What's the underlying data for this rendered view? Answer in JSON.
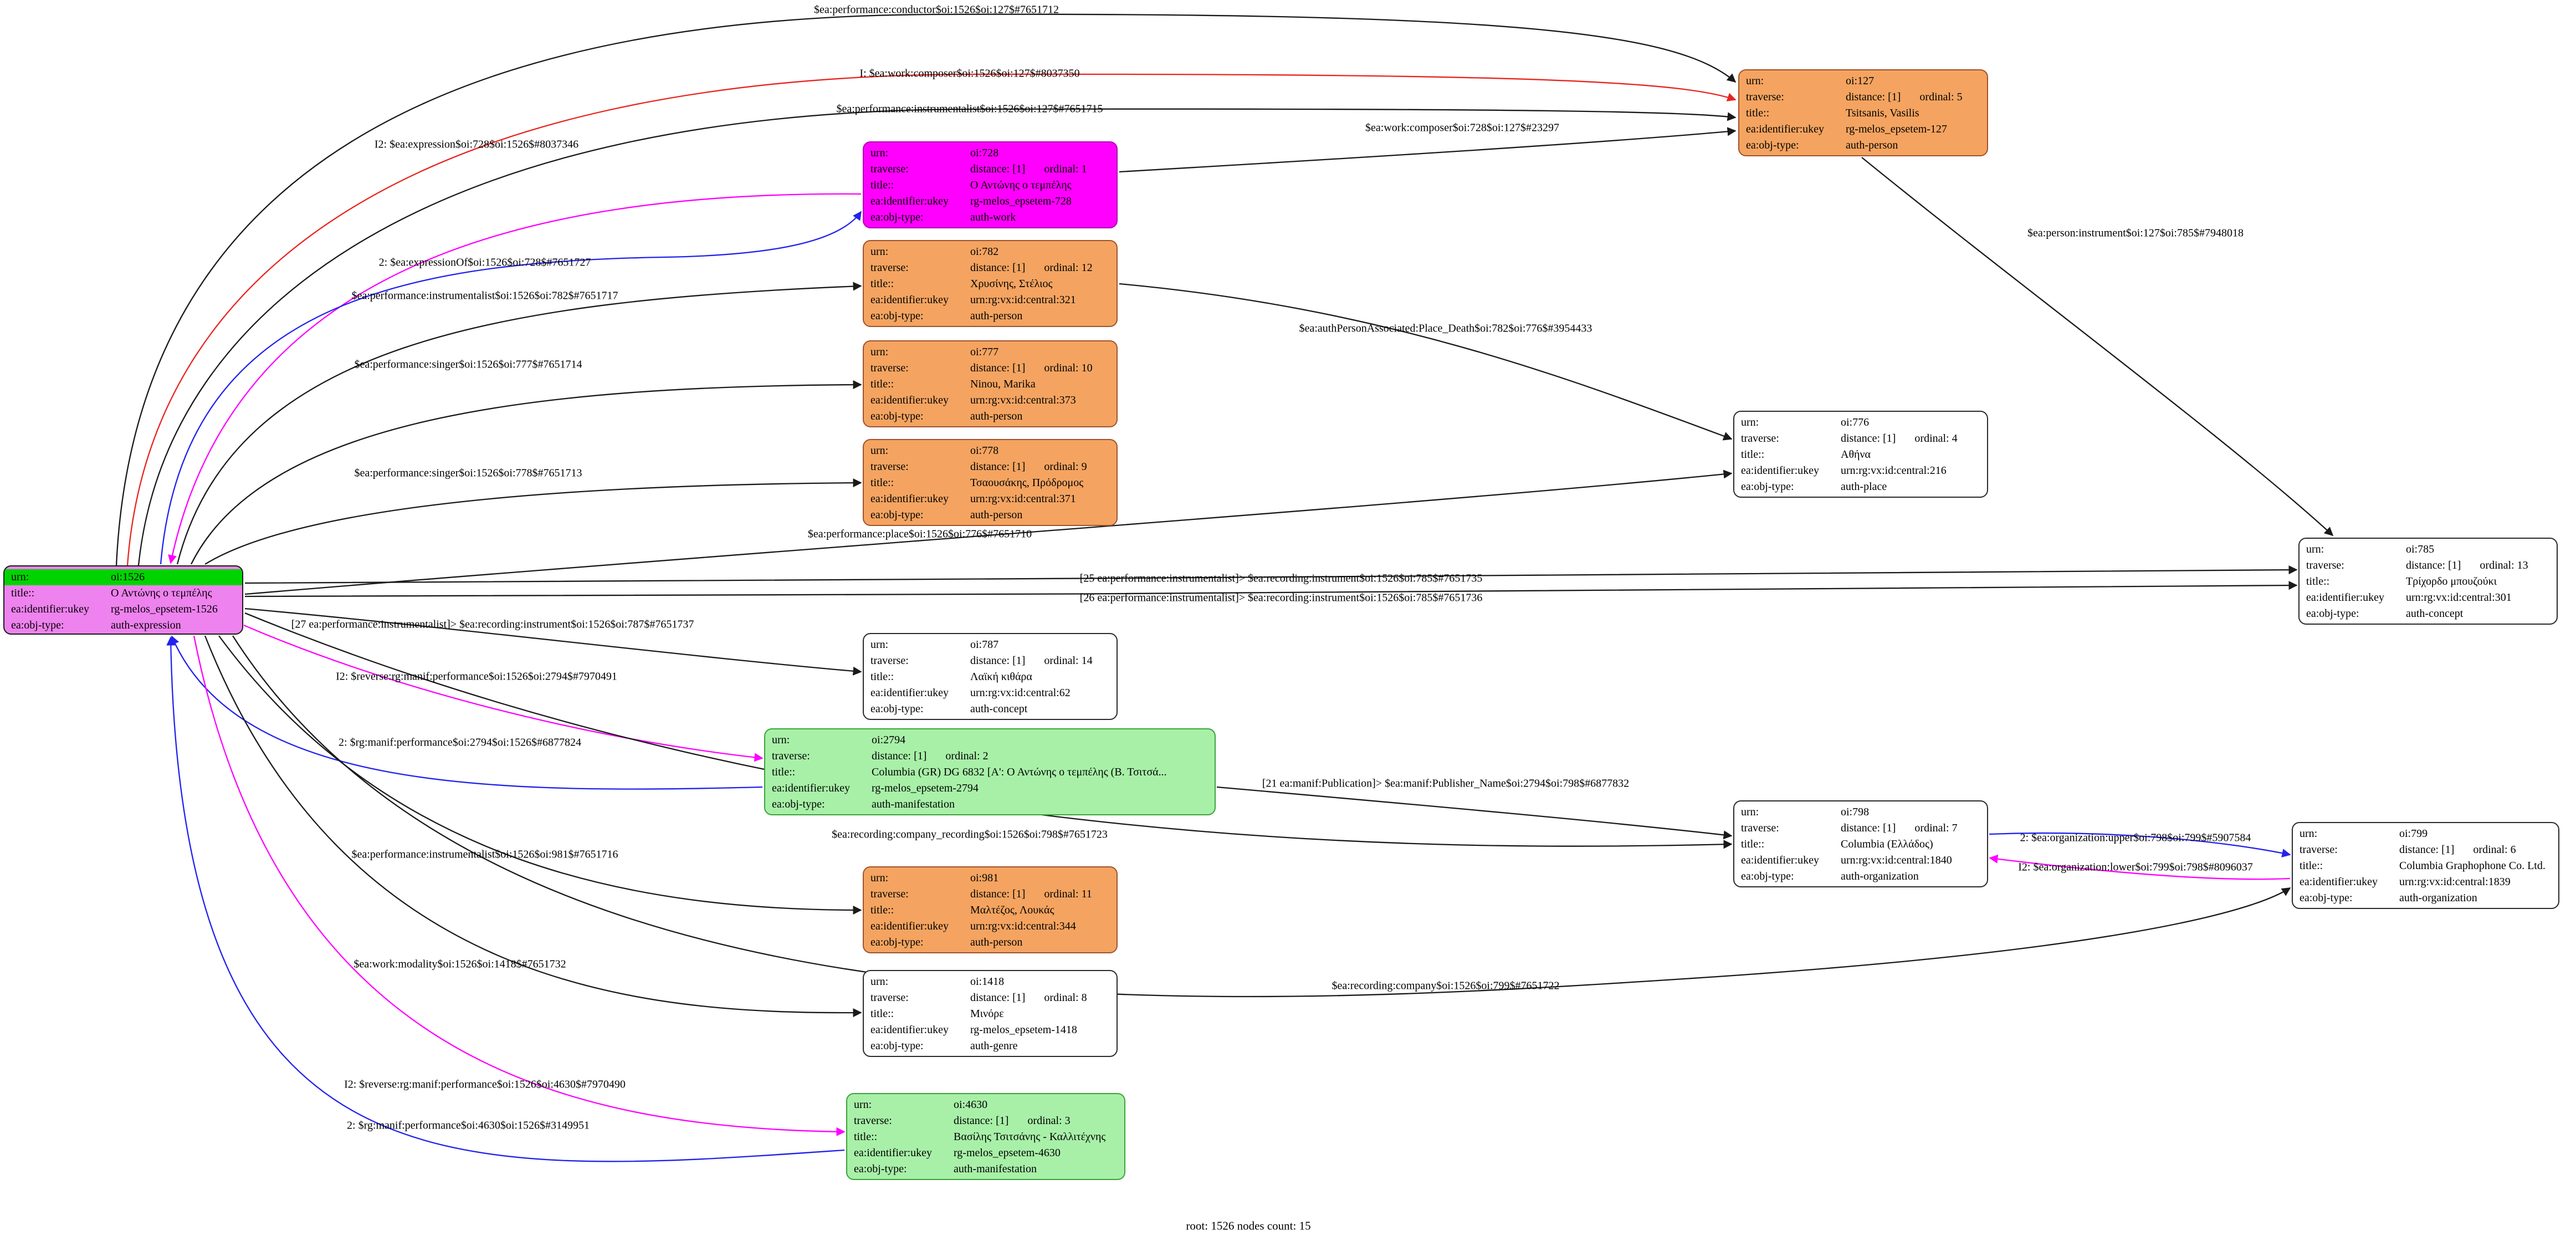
{
  "footer": "root: 1526 nodes count: 15",
  "labels": {
    "urn": "urn:",
    "traverse": "traverse:",
    "title": "title::",
    "ukey": "ea:identifier:ukey",
    "objtype": "ea:obj-type:"
  },
  "colors": {
    "root_urn_fill": "#00d400",
    "node": {
      "expression": {
        "fill": "#ee82ee",
        "border": "#1a1a1a"
      },
      "person": {
        "fill": "#f4a460",
        "border": "#a0522d"
      },
      "work": {
        "fill": "#ff00ff",
        "border": "#b000b0"
      },
      "manifestation": {
        "fill": "#a8f0a8",
        "border": "#3aa33a"
      },
      "place": {
        "fill": "#ffffff",
        "border": "#2a2a2a"
      },
      "concept": {
        "fill": "#ffffff",
        "border": "#2a2a2a"
      },
      "organization": {
        "fill": "#ffffff",
        "border": "#2a2a2a"
      },
      "genre": {
        "fill": "#ffffff",
        "border": "#2a2a2a"
      }
    },
    "edge": {
      "black": "#1a1a1a",
      "red": "#e8251f",
      "magenta": "#ff00ff",
      "blue": "#2222ee"
    }
  },
  "graph": {
    "nodes": [
      {
        "id": "1526",
        "root": true,
        "kind": "expression",
        "urn": "oi:1526",
        "title": "Ο Αντώνης ο τεμπέλης",
        "ukey": "rg-melos_epsetem-1526",
        "objtype": "auth-expression"
      },
      {
        "id": "127",
        "kind": "person",
        "urn": "oi:127",
        "distance": "distance: [1]",
        "ordinal": "ordinal: 5",
        "title": "Tsitsanis, Vasilis",
        "ukey": "rg-melos_epsetem-127",
        "objtype": "auth-person"
      },
      {
        "id": "728",
        "kind": "work",
        "urn": "oi:728",
        "distance": "distance: [1]",
        "ordinal": "ordinal: 1",
        "title": "Ο Αντώνης ο τεμπέλης",
        "ukey": "rg-melos_epsetem-728",
        "objtype": "auth-work"
      },
      {
        "id": "782",
        "kind": "person",
        "urn": "oi:782",
        "distance": "distance: [1]",
        "ordinal": "ordinal: 12",
        "title": "Χρυσίνης, Στέλιος",
        "ukey": "urn:rg:vx:id:central:321",
        "objtype": "auth-person"
      },
      {
        "id": "777",
        "kind": "person",
        "urn": "oi:777",
        "distance": "distance: [1]",
        "ordinal": "ordinal: 10",
        "title": "Ninou, Marika",
        "ukey": "urn:rg:vx:id:central:373",
        "objtype": "auth-person"
      },
      {
        "id": "778",
        "kind": "person",
        "urn": "oi:778",
        "distance": "distance: [1]",
        "ordinal": "ordinal: 9",
        "title": "Τσαουσάκης, Πρόδρομος",
        "ukey": "urn:rg:vx:id:central:371",
        "objtype": "auth-person"
      },
      {
        "id": "776",
        "kind": "place",
        "urn": "oi:776",
        "distance": "distance: [1]",
        "ordinal": "ordinal: 4",
        "title": "Αθήνα",
        "ukey": "urn:rg:vx:id:central:216",
        "objtype": "auth-place"
      },
      {
        "id": "785",
        "kind": "concept",
        "urn": "oi:785",
        "distance": "distance: [1]",
        "ordinal": "ordinal: 13",
        "title": "Τρίχορδο μπουζούκι",
        "ukey": "urn:rg:vx:id:central:301",
        "objtype": "auth-concept"
      },
      {
        "id": "787",
        "kind": "concept",
        "urn": "oi:787",
        "distance": "distance: [1]",
        "ordinal": "ordinal: 14",
        "title": "Λαϊκή κιθάρα",
        "ukey": "urn:rg:vx:id:central:62",
        "objtype": "auth-concept"
      },
      {
        "id": "2794",
        "kind": "manifestation",
        "urn": "oi:2794",
        "distance": "distance: [1]",
        "ordinal": "ordinal: 2",
        "title": "Columbia (GR) DG 6832 [Α': Ο Αντώνης ο τεμπέλης (Β. Τσιτσά...",
        "ukey": "rg-melos_epsetem-2794",
        "objtype": "auth-manifestation"
      },
      {
        "id": "798",
        "kind": "organization",
        "urn": "oi:798",
        "distance": "distance: [1]",
        "ordinal": "ordinal: 7",
        "title": "Columbia (Ελλάδος)",
        "ukey": "urn:rg:vx:id:central:1840",
        "objtype": "auth-organization"
      },
      {
        "id": "799",
        "kind": "organization",
        "urn": "oi:799",
        "distance": "distance: [1]",
        "ordinal": "ordinal: 6",
        "title": "Columbia Graphophone Co. Ltd.",
        "ukey": "urn:rg:vx:id:central:1839",
        "objtype": "auth-organization"
      },
      {
        "id": "981",
        "kind": "person",
        "urn": "oi:981",
        "distance": "distance: [1]",
        "ordinal": "ordinal: 11",
        "title": "Μαλτέζος, Λουκάς",
        "ukey": "urn:rg:vx:id:central:344",
        "objtype": "auth-person"
      },
      {
        "id": "1418",
        "kind": "genre",
        "urn": "oi:1418",
        "distance": "distance: [1]",
        "ordinal": "ordinal: 8",
        "title": "Μινόρε",
        "ukey": "rg-melos_epsetem-1418",
        "objtype": "auth-genre"
      },
      {
        "id": "4630",
        "kind": "manifestation",
        "urn": "oi:4630",
        "distance": "distance: [1]",
        "ordinal": "ordinal: 3",
        "title": "Βασίλης Τσιτσάνης - Καλλιτέχνης",
        "ukey": "rg-melos_epsetem-4630",
        "objtype": "auth-manifestation"
      }
    ],
    "edges": [
      {
        "id": "e1",
        "color": "black",
        "label": "$ea:performance:conductor$oi:1526$oi:127$#7651712"
      },
      {
        "id": "e2",
        "color": "red",
        "label": "I: $ea:work:composer$oi:1526$oi:127$#8037350"
      },
      {
        "id": "e3",
        "color": "black",
        "label": "$ea:performance:instrumentalist$oi:1526$oi:127$#7651715"
      },
      {
        "id": "e4",
        "color": "black",
        "label": "$ea:work:composer$oi:728$oi:127$#23297"
      },
      {
        "id": "e5",
        "color": "magenta",
        "label": "I2: $ea:expression$oi:728$oi:1526$#8037346"
      },
      {
        "id": "e6",
        "color": "blue",
        "label": "2: $ea:expressionOf$oi:1526$oi:728$#7651727"
      },
      {
        "id": "e7",
        "color": "black",
        "label": "$ea:performance:instrumentalist$oi:1526$oi:782$#7651717"
      },
      {
        "id": "e8",
        "color": "black",
        "label": "$ea:performance:singer$oi:1526$oi:777$#7651714"
      },
      {
        "id": "e9",
        "color": "black",
        "label": "$ea:performance:singer$oi:1526$oi:778$#7651713"
      },
      {
        "id": "e10",
        "color": "black",
        "label": "$ea:authPersonAssociated:Place_Death$oi:782$oi:776$#3954433"
      },
      {
        "id": "e11",
        "color": "black",
        "label": "$ea:performance:place$oi:1526$oi:776$#7651710"
      },
      {
        "id": "e12",
        "color": "black",
        "label": "$ea:person:instrument$oi:127$oi:785$#7948018"
      },
      {
        "id": "e13",
        "color": "black",
        "label": "[25 ea:performance:instrumentalist]> $ea:recording:instrument$oi:1526$oi:785$#7651735"
      },
      {
        "id": "e14",
        "color": "black",
        "label": "[26 ea:performance:instrumentalist]> $ea:recording:instrument$oi:1526$oi:785$#7651736"
      },
      {
        "id": "e15",
        "color": "black",
        "label": "[27 ea:performance:instrumentalist]> $ea:recording:instrument$oi:1526$oi:787$#7651737"
      },
      {
        "id": "e16",
        "color": "magenta",
        "label": "I2: $reverse:rg:manif:performance$oi:1526$oi:2794$#7970491"
      },
      {
        "id": "e17",
        "color": "blue",
        "label": "2: $rg:manif:performance$oi:2794$oi:1526$#6877824"
      },
      {
        "id": "e18",
        "color": "black",
        "label": "[21 ea:manif:Publication]> $ea:manif:Publisher_Name$oi:2794$oi:798$#6877832"
      },
      {
        "id": "e19",
        "color": "black",
        "label": "$ea:recording:company_recording$oi:1526$oi:798$#7651723"
      },
      {
        "id": "e20",
        "color": "blue",
        "label": "2: $ea:organization:upper$oi:798$oi:799$#5907584"
      },
      {
        "id": "e21",
        "color": "magenta",
        "label": "I2: $ea:organization:lower$oi:799$oi:798$#8096037"
      },
      {
        "id": "e22",
        "color": "black",
        "label": "$ea:performance:instrumentalist$oi:1526$oi:981$#7651716"
      },
      {
        "id": "e23",
        "color": "black",
        "label": "$ea:work:modality$oi:1526$oi:1418$#7651732"
      },
      {
        "id": "e24",
        "color": "black",
        "label": "$ea:recording:company$oi:1526$oi:799$#7651722"
      },
      {
        "id": "e25",
        "color": "magenta",
        "label": "I2: $reverse:rg:manif:performance$oi:1526$oi:4630$#7970490"
      },
      {
        "id": "e26",
        "color": "blue",
        "label": "2: $rg:manif:performance$oi:4630$oi:1526$#3149951"
      }
    ]
  }
}
